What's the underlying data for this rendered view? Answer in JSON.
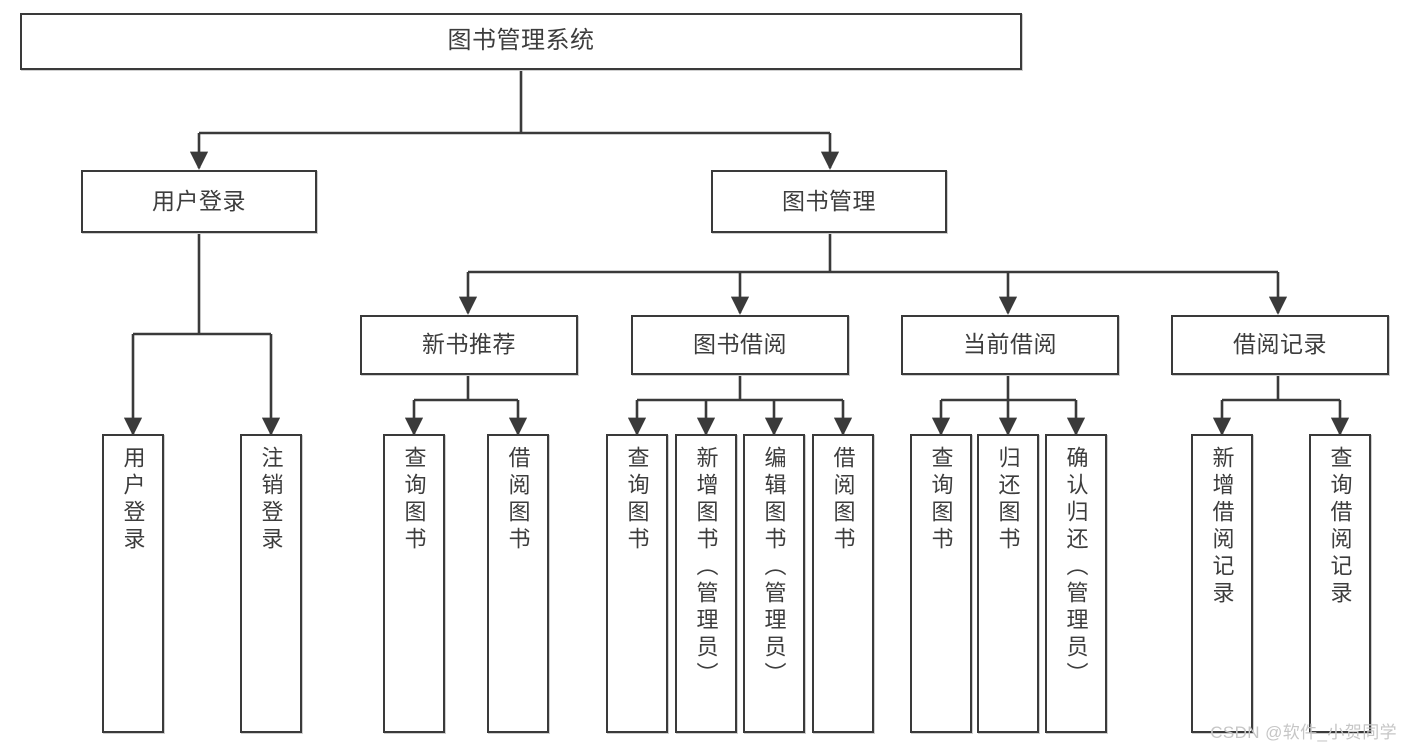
{
  "diagram": {
    "title": "图书管理系统",
    "type": "tree-hierarchy-chart",
    "stroke_color": "#3a3a3a",
    "text_color": "#3d3d3d",
    "background_color": "#ffffff",
    "root": {
      "label": "图书管理系统"
    },
    "level2": [
      {
        "label": "用户登录"
      },
      {
        "label": "图书管理"
      }
    ],
    "level3": [
      {
        "label": "新书推荐"
      },
      {
        "label": "图书借阅"
      },
      {
        "label": "当前借阅"
      },
      {
        "label": "借阅记录"
      }
    ],
    "leaves": {
      "user_login": [
        {
          "label": "用户登录"
        },
        {
          "label": "注销登录"
        }
      ],
      "new_book_recommend": [
        {
          "label": "查询图书"
        },
        {
          "label": "借阅图书"
        }
      ],
      "book_borrow": [
        {
          "label": "查询图书"
        },
        {
          "label": "新增图书（管理员）"
        },
        {
          "label": "编辑图书（管理员）"
        },
        {
          "label": "借阅图书"
        }
      ],
      "current_borrow": [
        {
          "label": "查询图书"
        },
        {
          "label": "归还图书"
        },
        {
          "label": "确认归还（管理员）"
        }
      ],
      "borrow_record": [
        {
          "label": "新增借阅记录"
        },
        {
          "label": "查询借阅记录"
        }
      ]
    }
  },
  "watermark": {
    "text": "CSDN @软件_小贺同学"
  }
}
